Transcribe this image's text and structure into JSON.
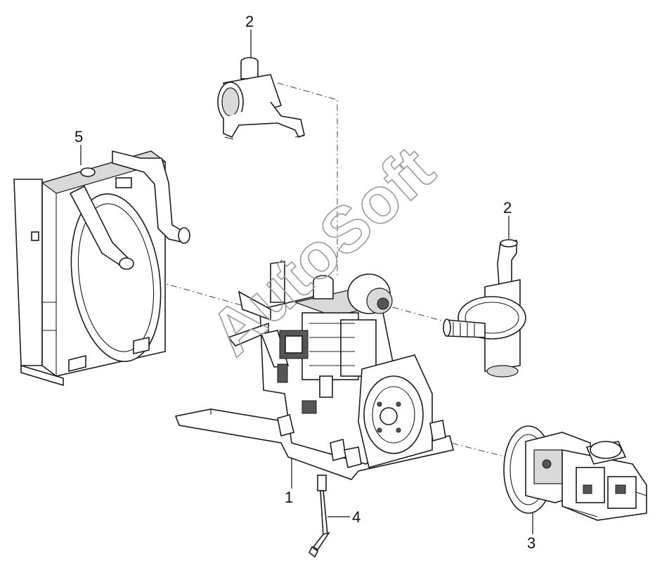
{
  "watermark": {
    "text": "AutoSoft"
  },
  "callouts": [
    {
      "id": "engine",
      "label": "1"
    },
    {
      "id": "air-filter",
      "label": "2"
    },
    {
      "id": "muffler",
      "label": "2"
    },
    {
      "id": "hydraulic-pump",
      "label": "3"
    },
    {
      "id": "hose",
      "label": "4"
    },
    {
      "id": "radiator",
      "label": "5"
    }
  ]
}
